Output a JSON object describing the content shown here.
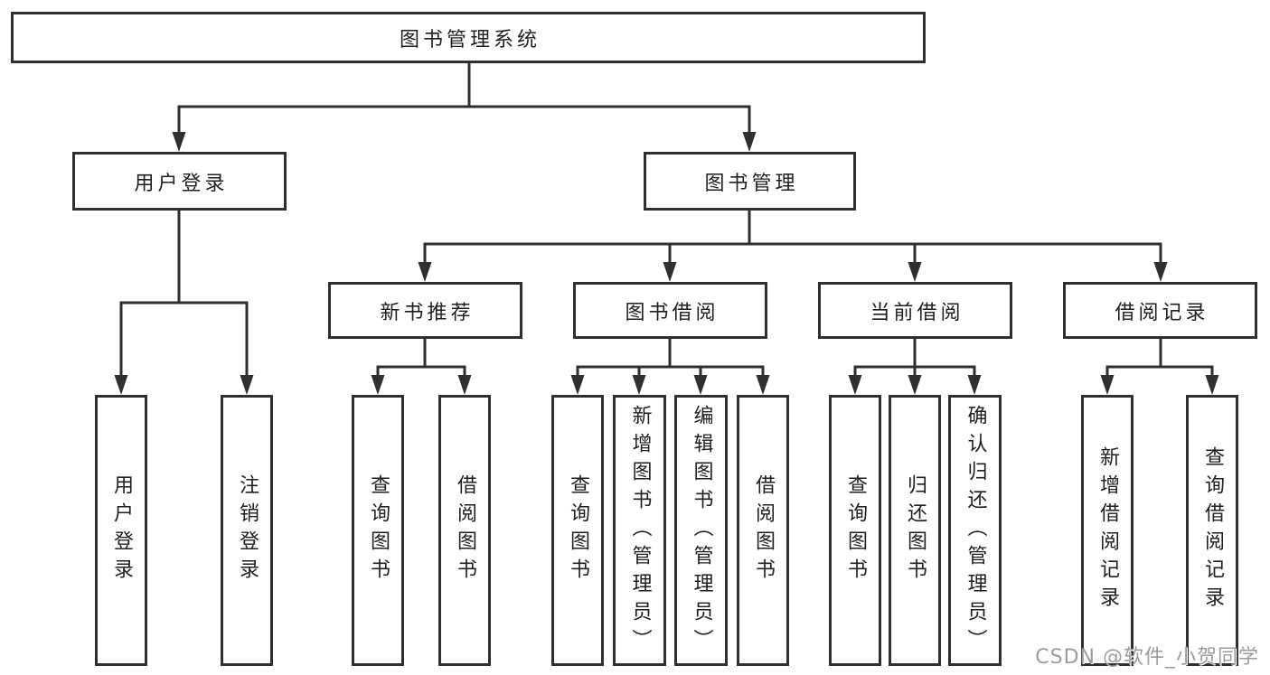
{
  "colors": {
    "line": "#2f2f2f",
    "text": "#1f1f1f",
    "watermark": "#9c9c9c",
    "background": "#ffffff"
  },
  "watermark": {
    "text": "CSDN @软件_小贺同学"
  },
  "tree": {
    "root": {
      "label": "图书管理系统"
    },
    "branches": [
      {
        "label": "用户登录",
        "leaves": [
          "用户登录",
          "注销登录"
        ]
      },
      {
        "label": "图书管理",
        "groups": [
          {
            "label": "新书推荐",
            "leaves": [
              "查询图书",
              "借阅图书"
            ]
          },
          {
            "label": "图书借阅",
            "leaves": [
              "查询图书",
              "新增图书（管理员）",
              "编辑图书（管理员）",
              "借阅图书"
            ]
          },
          {
            "label": "当前借阅",
            "leaves": [
              "查询图书",
              "归还图书",
              "确认归还（管理员）"
            ]
          },
          {
            "label": "借阅记录",
            "leaves": [
              "新增借阅记录",
              "查询借阅记录"
            ]
          }
        ]
      }
    ]
  }
}
